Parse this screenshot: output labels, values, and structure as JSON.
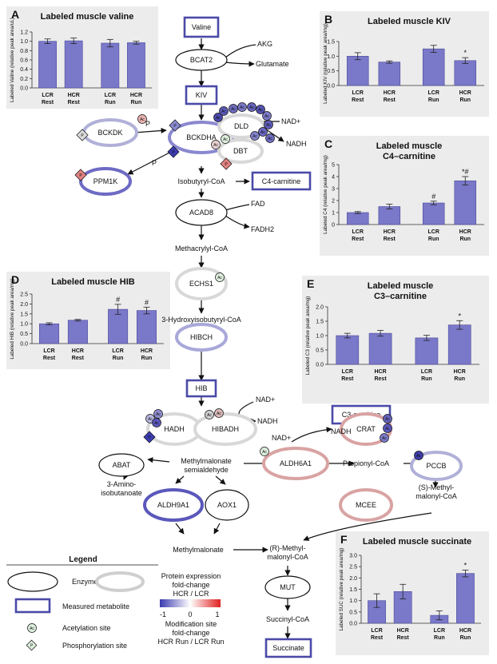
{
  "pathway": {
    "metabolites": {
      "valine": "Valine",
      "kiv": "KIV",
      "c4_carnitine": "C4-carnitine",
      "hib": "HIB",
      "c3_carnitine": "C3-carnitine",
      "succinate": "Succinate"
    },
    "enzymes": {
      "bcat2": "BCAT2",
      "bckdk": "BCKDK",
      "bckdha": "BCKDHA",
      "dld": "DLD",
      "dbt": "DBT",
      "ppm1k": "PPM1K",
      "acad8": "ACAD8",
      "echs1": "ECHS1",
      "hibch": "HIBCH",
      "hadh": "HADH",
      "hibadh": "HIBADH",
      "abat": "ABAT",
      "aldh6a1": "ALDH6A1",
      "crat": "CRAT",
      "pccb": "PCCB",
      "aldh9a1": "ALDH9A1",
      "aox1": "AOX1",
      "mcee": "MCEE",
      "mut": "MUT"
    },
    "intermediates": {
      "akg": "AKG",
      "glutamate": "Glutamate",
      "nadplus_dld": "NAD+",
      "nadh_dld": "NADH",
      "p_bckdk": "P",
      "p_ppm1k": "P",
      "isobutyryl_coa": "Isobutyryl-CoA",
      "fad": "FAD",
      "fadh2": "FADH2",
      "methacrylyl_coa": "Methacrylyl-CoA",
      "hydroxyisobutyryl_coa": "3-Hydroxyisobutyryl-CoA",
      "nadplus_hibadh": "NAD+",
      "nadh_hibadh": "NADH",
      "nadplus_aldh": "NAD+",
      "nadh_aldh": "NADH",
      "mmsa_line1": "Methylmalonate",
      "mmsa_line2": "semialdehyde",
      "aminoisobutanoate_line1": "3-Amino-",
      "aminoisobutanoate_line2": "isobutanoate",
      "propionyl_coa": "Propionyl-CoA",
      "s_mmcoa_line1": "(S)-Methyl-",
      "s_mmcoa_line2": "malonyl-CoA",
      "r_mmcoa_line1": "(R)-Methyl-",
      "r_mmcoa_line2": "malonyl-CoA",
      "methylmalonate": "Methylmalonate",
      "succinyl_coa": "Succinyl-CoA"
    },
    "ptm_labels": {
      "acetyl": "Ac",
      "phospho": "P"
    }
  },
  "legend": {
    "title": "Legend",
    "enzyme": "Enzyme",
    "measured_metabolite": "Measured metabolite",
    "acetylation_site": "Acetylation site",
    "phosphorylation_site": "Phosphorylation site",
    "protein_expr_line1": "Protein expression",
    "protein_expr_line2": "fold-change",
    "protein_expr_line3": "HCR / LCR",
    "scale_neg": "-1",
    "scale_zero": "0",
    "scale_pos": "1",
    "mod_line1": "Modification site",
    "mod_line2": "fold-change",
    "mod_line3": "HCR Run / LCR Run",
    "colors": {
      "low": "#3b3bb0",
      "mid": "#ffffff",
      "high": "#e02020"
    }
  },
  "chart_data": [
    {
      "letter": "A",
      "type": "bar",
      "title": "Labeled muscle valine",
      "ylabel": "Labeled Valine (relative peak area/uL)",
      "ylim": [
        0,
        1.2
      ],
      "yticks": [
        "0.0",
        "0.2",
        "0.4",
        "0.6",
        "0.8",
        "1.0",
        "1.2"
      ],
      "categories": [
        [
          "LCR",
          "Rest"
        ],
        [
          "HCR",
          "Rest"
        ],
        [
          "LCR",
          "Run"
        ],
        [
          "HCR",
          "Run"
        ]
      ],
      "values": [
        1.0,
        1.01,
        0.96,
        0.97
      ],
      "errors": [
        0.05,
        0.06,
        0.08,
        0.03
      ],
      "significance": [
        "",
        "",
        "",
        ""
      ]
    },
    {
      "letter": "B",
      "type": "bar",
      "title": "Labeled muscle KIV",
      "ylabel": "Labeled KIV (relative peak area/mg)",
      "ylim": [
        0,
        1.5
      ],
      "yticks": [
        "0.0",
        "0.5",
        "1.0",
        "1.5"
      ],
      "categories": [
        [
          "LCR",
          "Rest"
        ],
        [
          "HCR",
          "Rest"
        ],
        [
          "LCR",
          "Run"
        ],
        [
          "HCR",
          "Run"
        ]
      ],
      "values": [
        1.0,
        0.8,
        1.25,
        0.85
      ],
      "errors": [
        0.12,
        0.04,
        0.12,
        0.1
      ],
      "significance": [
        "",
        "",
        "",
        "*"
      ]
    },
    {
      "letter": "C",
      "type": "bar",
      "title_line1": "Labeled muscle",
      "title_line2": "C4–carnitine",
      "ylabel": "Labeled C4 (relative peak area/mg)",
      "ylim": [
        0,
        5
      ],
      "yticks": [
        "0",
        "1",
        "2",
        "3",
        "4",
        "5"
      ],
      "categories": [
        [
          "LCR",
          "Rest"
        ],
        [
          "HCR",
          "Rest"
        ],
        [
          "LCR",
          "Run"
        ],
        [
          "HCR",
          "Run"
        ]
      ],
      "values": [
        1.0,
        1.5,
        1.8,
        3.65
      ],
      "errors": [
        0.08,
        0.2,
        0.15,
        0.35
      ],
      "significance": [
        "",
        "",
        "#",
        "*#"
      ]
    },
    {
      "letter": "D",
      "type": "bar",
      "title": "Labeled muscle HIB",
      "ylabel": "Labeled HIB (relative peak area/mg)",
      "ylim": [
        0,
        2.5
      ],
      "yticks": [
        "0.0",
        "0.5",
        "1.0",
        "1.5",
        "2.0",
        "2.5"
      ],
      "categories": [
        [
          "LCR",
          "Rest"
        ],
        [
          "HCR",
          "Rest"
        ],
        [
          "LCR",
          "Run"
        ],
        [
          "HCR",
          "Run"
        ]
      ],
      "values": [
        1.0,
        1.18,
        1.73,
        1.67
      ],
      "errors": [
        0.05,
        0.04,
        0.25,
        0.17
      ],
      "significance": [
        "",
        "",
        "#",
        "#"
      ]
    },
    {
      "letter": "E",
      "type": "bar",
      "title_line1": "Labeled muscle",
      "title_line2": "C3–carnitine",
      "ylabel": "Labeled C3 (relative peak area/mg)",
      "ylim": [
        0,
        2.0
      ],
      "yticks": [
        "0.0",
        "0.5",
        "1.0",
        "1.5",
        "2.0"
      ],
      "categories": [
        [
          "LCR",
          "Rest"
        ],
        [
          "HCR",
          "Rest"
        ],
        [
          "LCR",
          "Run"
        ],
        [
          "HCR",
          "Run"
        ]
      ],
      "values": [
        1.0,
        1.08,
        0.92,
        1.37
      ],
      "errors": [
        0.08,
        0.1,
        0.09,
        0.15
      ],
      "significance": [
        "",
        "",
        "",
        "*"
      ]
    },
    {
      "letter": "F",
      "type": "bar",
      "title": "Labeled muscle succinate",
      "ylabel": "Labeled SUC (relative peak area/mg)",
      "ylim": [
        0,
        3.0
      ],
      "yticks": [
        "0.0",
        "0.5",
        "1.0",
        "1.5",
        "2.0",
        "2.5",
        "3.0"
      ],
      "categories": [
        [
          "LCR",
          "Rest"
        ],
        [
          "HCR",
          "Rest"
        ],
        [
          "LCR",
          "Run"
        ],
        [
          "HCR",
          "Run"
        ]
      ],
      "values": [
        1.0,
        1.4,
        0.35,
        2.2
      ],
      "errors": [
        0.3,
        0.32,
        0.2,
        0.15
      ],
      "significance": [
        "",
        "",
        "",
        "*"
      ]
    }
  ]
}
